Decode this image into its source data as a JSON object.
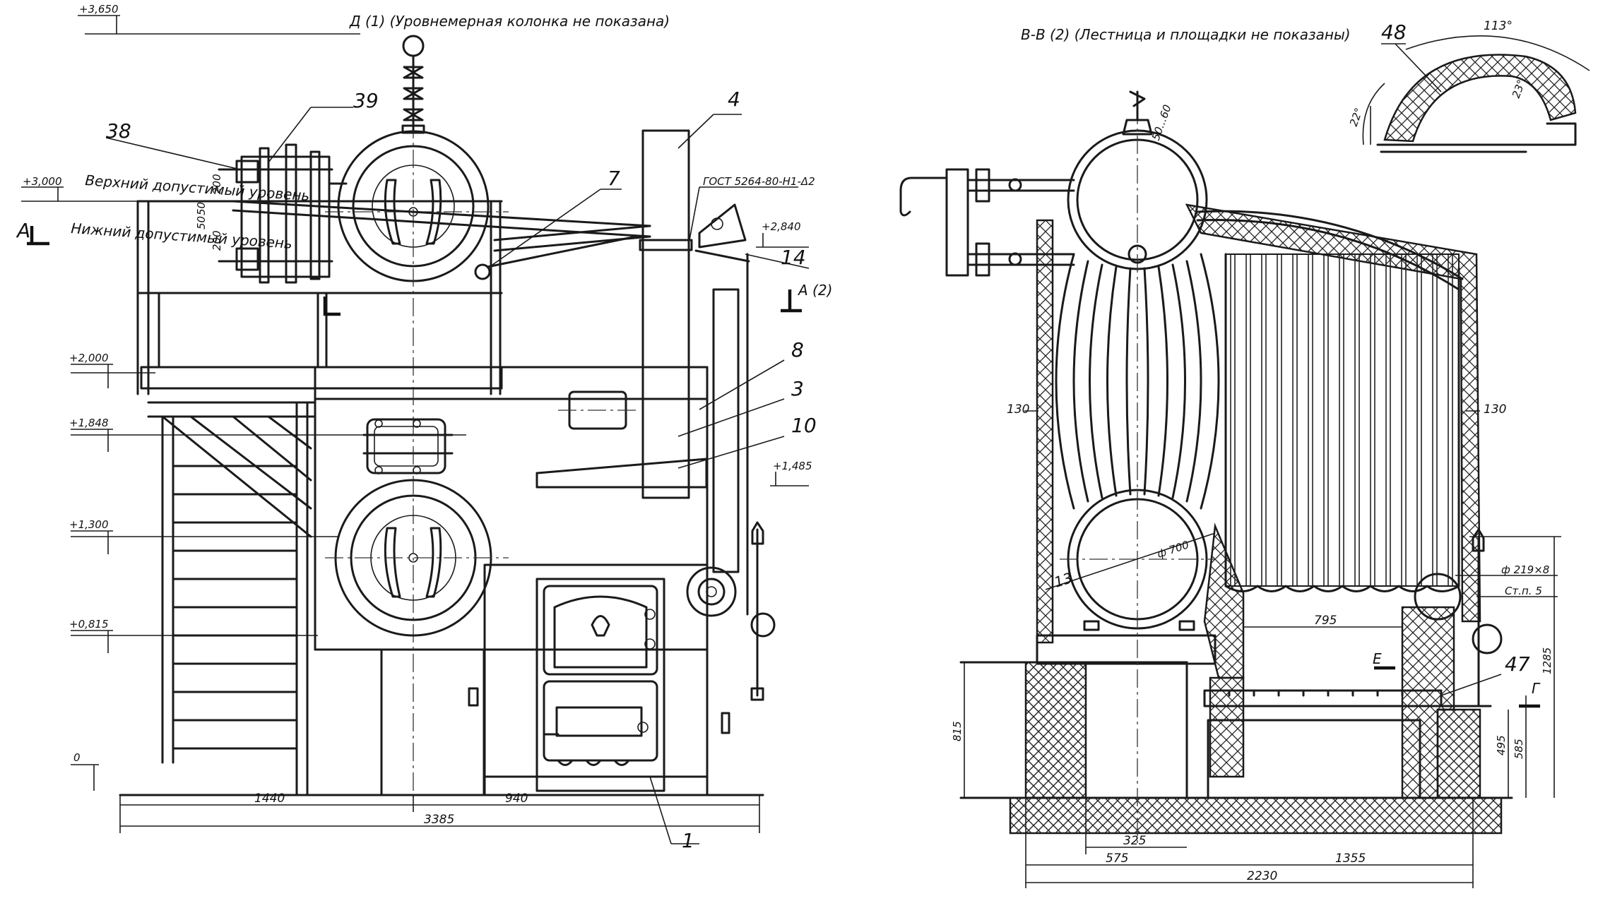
{
  "views": {
    "left_title": "Д (1) (Уровнемерная колонка не показана)",
    "right_title": "В-В (2) (Лестница и площадки не показаны)"
  },
  "elevations": {
    "e3650": "+3,650",
    "e3000": "+3,000",
    "e2840": "+2,840",
    "e2000": "+2,000",
    "e1848": "+1,848",
    "e1485": "+1,485",
    "e1300": "+1,300",
    "e0815": "+0,815",
    "e0": "0"
  },
  "levels": {
    "upper": "Верхний допустимый уровень",
    "lower": "Нижний допустимый уровень",
    "d200a": "200",
    "d200b": "200",
    "d50a": "50",
    "d50b": "50"
  },
  "sections": {
    "a": "A",
    "a2": "A (2)",
    "e": "E",
    "g": "Г"
  },
  "callouts": {
    "c38": "38",
    "c39": "39",
    "c4": "4",
    "c7": "7",
    "c14": "14",
    "c8": "8",
    "c3": "3",
    "c10": "10",
    "c1": "1",
    "c48": "48",
    "c13": "13",
    "c47": "47",
    "c130a": "130",
    "c130b": "130",
    "c5060": "50...60",
    "gost": "ГОСТ 5264-80-Н1-Δ2",
    "pipe": "ф 219×8",
    "stp": "Ст.п. 5",
    "diam": "ф 700"
  },
  "dimensions": {
    "d1440": "1440",
    "d940": "940",
    "d3385": "3385",
    "d795": "795",
    "d325": "325",
    "d575": "575",
    "d1355": "1355",
    "d2230": "2230",
    "d815": "815",
    "d495": "495",
    "d585": "585",
    "d1285": "1285",
    "a113": "113°",
    "a22": "22°",
    "a23": "23°"
  }
}
